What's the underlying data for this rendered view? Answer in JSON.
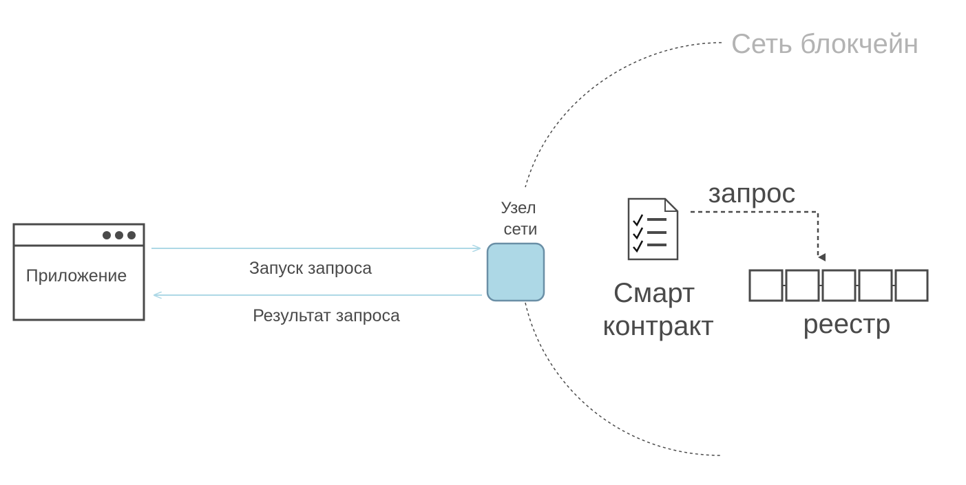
{
  "network": {
    "label": "Сеть блокчейн"
  },
  "application": {
    "label": "Приложение",
    "icon": "browser-window-icon"
  },
  "arrows": {
    "request_label": "Запуск запроса",
    "result_label": "Результат запроса"
  },
  "node": {
    "label_line1": "Узел",
    "label_line2": "сети",
    "color": "#add8e6"
  },
  "smart_contract": {
    "label_line1": "Смарт",
    "label_line2": "контракт",
    "icon": "checklist-document-icon"
  },
  "query": {
    "label": "запрос"
  },
  "ledger": {
    "label": "реестр",
    "block_count": 5
  },
  "colors": {
    "arrow": "#add8e6",
    "stroke": "#4a4a4a",
    "network_label": "#b3b3b3"
  }
}
